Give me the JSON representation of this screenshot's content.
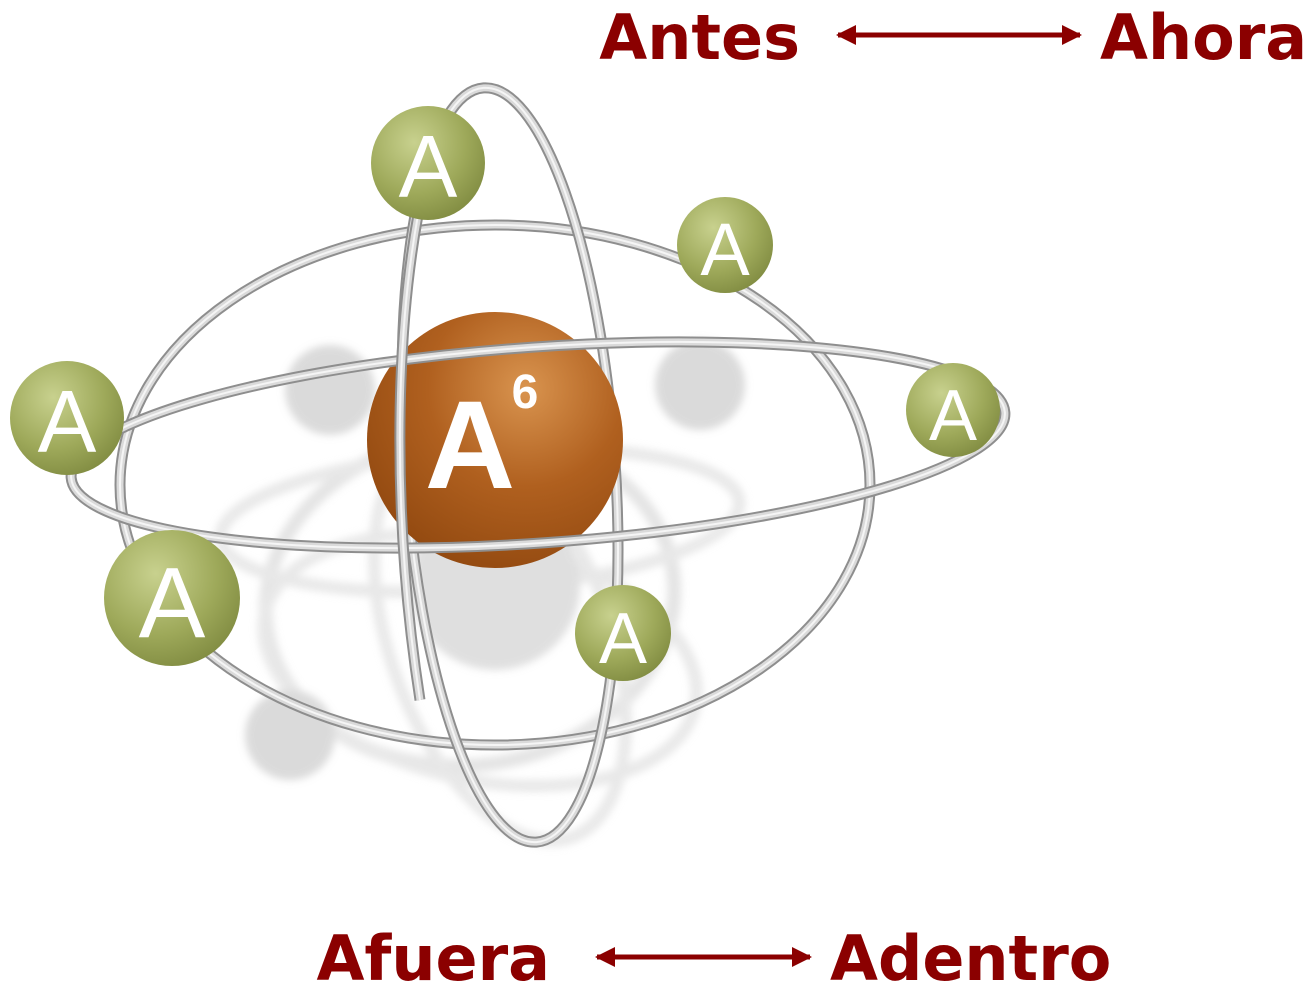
{
  "colors": {
    "caption": "#8b0000",
    "ring": "#c9c9c9",
    "ring_highlight": "#f2f2f2",
    "ring_dark": "#8e8e8e",
    "electron": "#9aa655",
    "electron_light": "#c3cd87",
    "nucleus": "#a4531a",
    "nucleus_light": "#d08a4c",
    "shadow": "#cfcfcf"
  },
  "top_row": {
    "left": "Antes",
    "right": "Ahora",
    "arrow_icon": "double-arrow-icon"
  },
  "bottom_row": {
    "left": "Afuera",
    "right": "Adentro",
    "arrow_icon": "double-arrow-icon"
  },
  "nucleus": {
    "letter": "A",
    "exponent": "6"
  },
  "electrons": [
    {
      "label": "A"
    },
    {
      "label": "A"
    },
    {
      "label": "A"
    },
    {
      "label": "A"
    },
    {
      "label": "A"
    },
    {
      "label": "A"
    }
  ]
}
